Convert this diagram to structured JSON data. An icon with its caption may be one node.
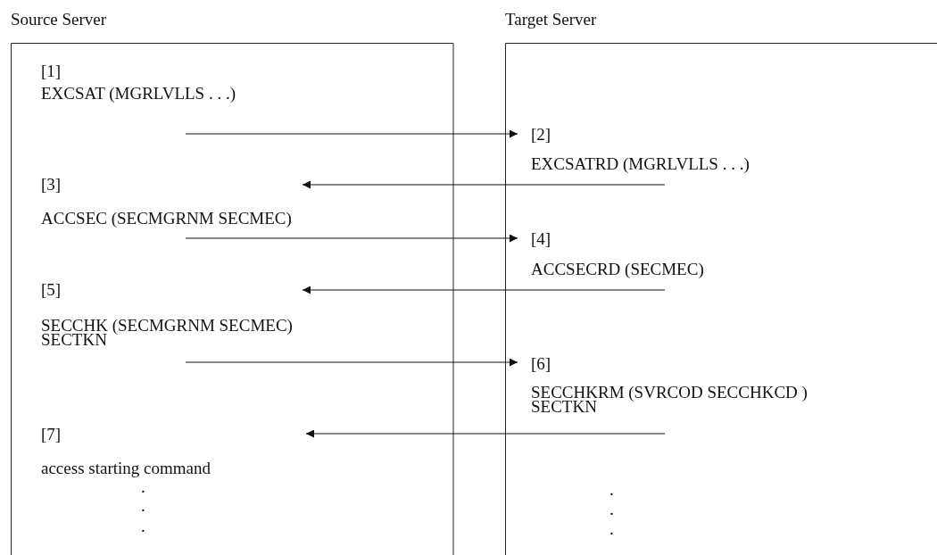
{
  "diagram": {
    "nodes": [
      {
        "text": [
          "Source Server"
        ]
      },
      {
        "text": [
          "Target Server"
        ]
      },
      {
        "text": [
          "[1]",
          "EXCSAT (MGRLVLLS . . .)"
        ],
        "in": 0
      },
      {
        "text": [
          "[2]",
          "EXCSATRD (MGRLVLLS . . .)"
        ],
        "in": 1
      },
      {
        "text": [
          "[3]",
          "ACCSEC (SECMGRNM SECMEC)"
        ],
        "in": 0
      },
      {
        "text": [
          "[4]",
          "ACCSECRD (SECMEC)"
        ],
        "in": 1
      },
      {
        "text": [
          "[5]",
          "SECCHK (SECMGRNM SECMEC) SECTKN"
        ],
        "in": 0
      },
      {
        "text": [
          "[6]",
          "SECCHKRM (SVRCOD SECCHKCD ) SECTKN"
        ],
        "in": 1
      },
      {
        "text": [
          "[7]",
          "access starting command"
        ],
        "in": 0
      }
    ],
    "edges": [
      {
        "from": 2,
        "to": 3,
        "arrow": "to"
      },
      {
        "from": 3,
        "to": 4,
        "arrow": "to"
      },
      {
        "from": 4,
        "to": 5,
        "arrow": "to"
      },
      {
        "from": 5,
        "to": 6,
        "arrow": "to"
      },
      {
        "from": 6,
        "to": 7,
        "arrow": "to"
      },
      {
        "from": 7,
        "to": 8,
        "arrow": "to"
      }
    ],
    "labels": [
      ".",
      ".",
      ".",
      ".",
      ".",
      "."
    ]
  }
}
